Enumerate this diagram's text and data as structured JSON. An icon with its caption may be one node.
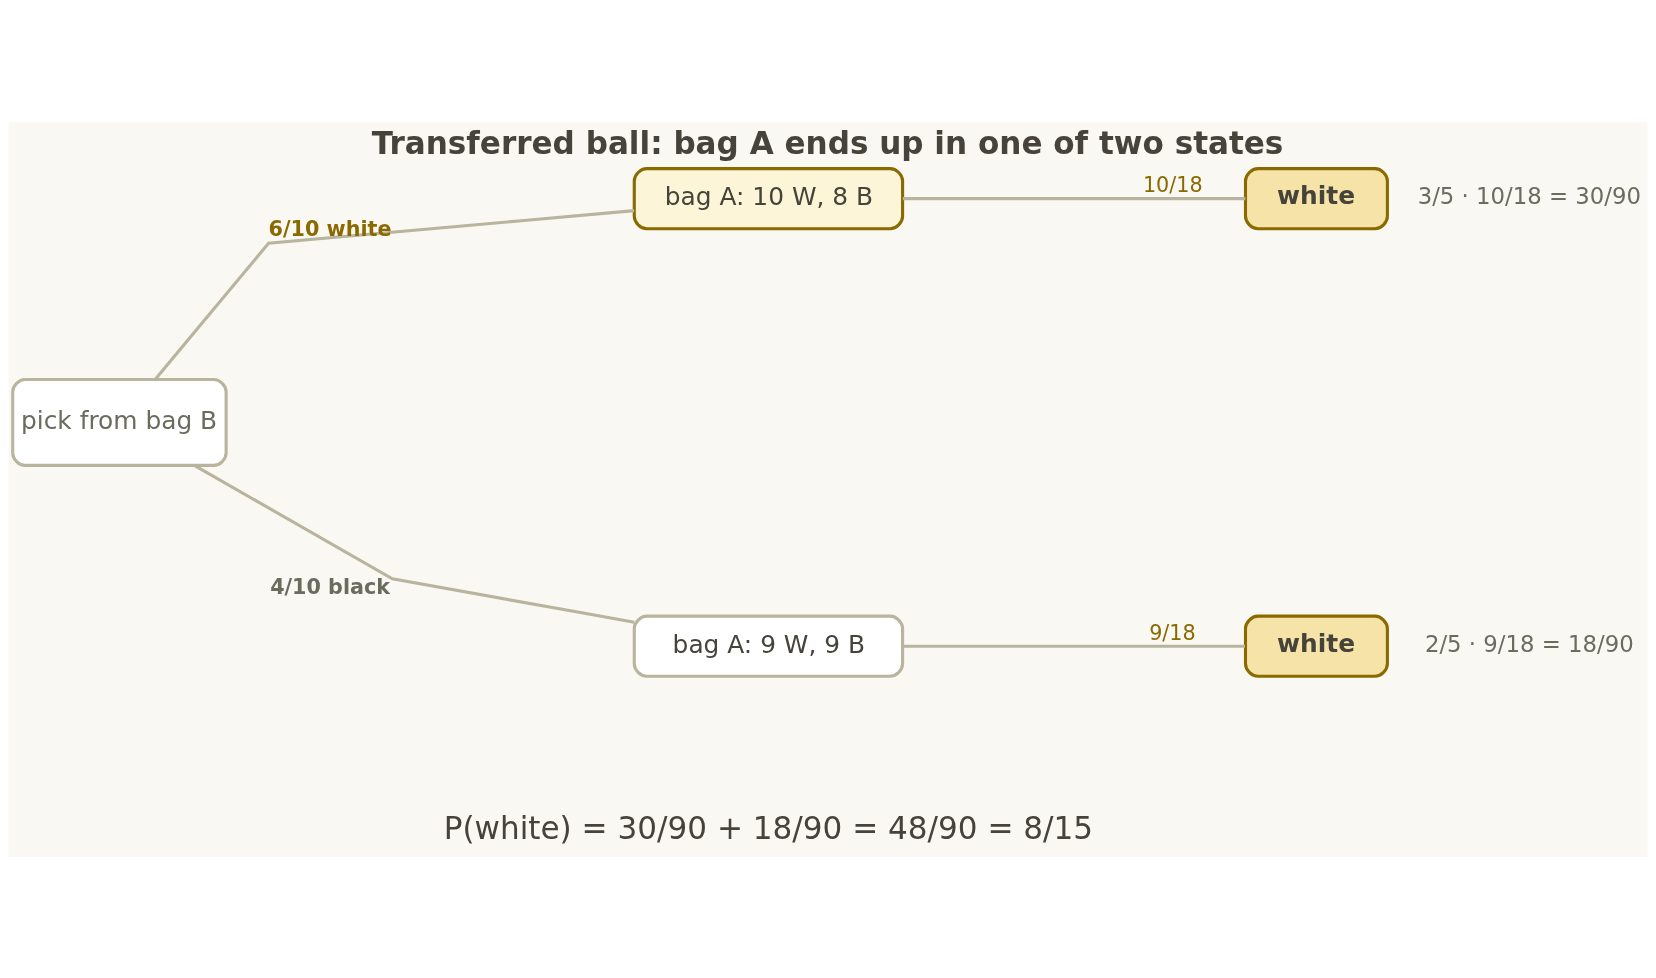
{
  "diagram": {
    "title": "Transferred ball: bag A ends up in one of two states",
    "nodes": [
      {
        "text": [
          "pick from bag B"
        ]
      },
      {
        "text": [
          "bag A: 10 W, 8 B"
        ]
      },
      {
        "text": [
          "white"
        ],
        "beside": [
          "3/5 · 10/18 = 30/90"
        ]
      },
      {
        "text": [
          "bag A: 9 W, 9 B"
        ]
      },
      {
        "text": [
          "white"
        ],
        "beside": [
          "2/5 · 9/18 = 18/90"
        ]
      }
    ],
    "edges": [
      {
        "from": 0,
        "to": 1,
        "arrow": "none",
        "label": "6/10 white"
      },
      {
        "from": 0,
        "to": 3,
        "arrow": "none",
        "label": "4/10 black"
      },
      {
        "from": 1,
        "to": 2,
        "arrow": "none",
        "label": "10/18"
      },
      {
        "from": 3,
        "to": 4,
        "arrow": "none",
        "label": "9/18"
      }
    ],
    "labels": [
      "P(white) = 30/90 + 18/90 = 48/90 = 8/15"
    ]
  }
}
